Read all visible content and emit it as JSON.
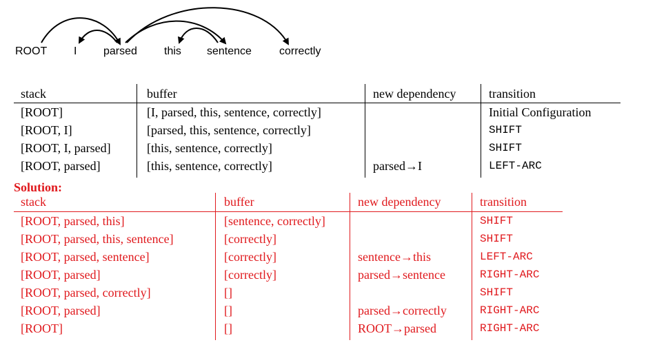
{
  "tree": {
    "words": [
      {
        "id": "root",
        "text": "ROOT"
      },
      {
        "id": "i",
        "text": "I"
      },
      {
        "id": "parsed",
        "text": "parsed"
      },
      {
        "id": "this",
        "text": "this"
      },
      {
        "id": "sentence",
        "text": "sentence"
      },
      {
        "id": "correctly",
        "text": "correctly"
      }
    ]
  },
  "given_table": {
    "headers": [
      "stack",
      "buffer",
      "new dependency",
      "transition"
    ],
    "rows": [
      [
        "[ROOT]",
        "[I, parsed, this, sentence, correctly]",
        "",
        "Initial Configuration"
      ],
      [
        "[ROOT, I]",
        "[parsed, this, sentence, correctly]",
        "",
        "SHIFT"
      ],
      [
        "[ROOT, I, parsed]",
        "[this, sentence, correctly]",
        "",
        "SHIFT"
      ],
      [
        "[ROOT, parsed]",
        "[this, sentence, correctly]",
        "parsed→I",
        "LEFT-ARC"
      ]
    ]
  },
  "solution": {
    "title": "Solution:",
    "headers": [
      "stack",
      "buffer",
      "new dependency",
      "transition"
    ],
    "rows": [
      [
        "[ROOT, parsed, this]",
        "[sentence, correctly]",
        "",
        "SHIFT"
      ],
      [
        "[ROOT, parsed, this, sentence]",
        "[correctly]",
        "",
        "SHIFT"
      ],
      [
        "[ROOT, parsed, sentence]",
        "[correctly]",
        "sentence→this",
        "LEFT-ARC"
      ],
      [
        "[ROOT, parsed]",
        "[correctly]",
        "parsed→sentence",
        "RIGHT-ARC"
      ],
      [
        "[ROOT, parsed, correctly]",
        "[]",
        "",
        "SHIFT"
      ],
      [
        "[ROOT, parsed]",
        "[]",
        "parsed→correctly",
        "RIGHT-ARC"
      ],
      [
        "[ROOT]",
        "[]",
        "ROOT→parsed",
        "RIGHT-ARC"
      ]
    ]
  },
  "colors": {
    "solution": "#e0191d",
    "text": "#000000"
  }
}
